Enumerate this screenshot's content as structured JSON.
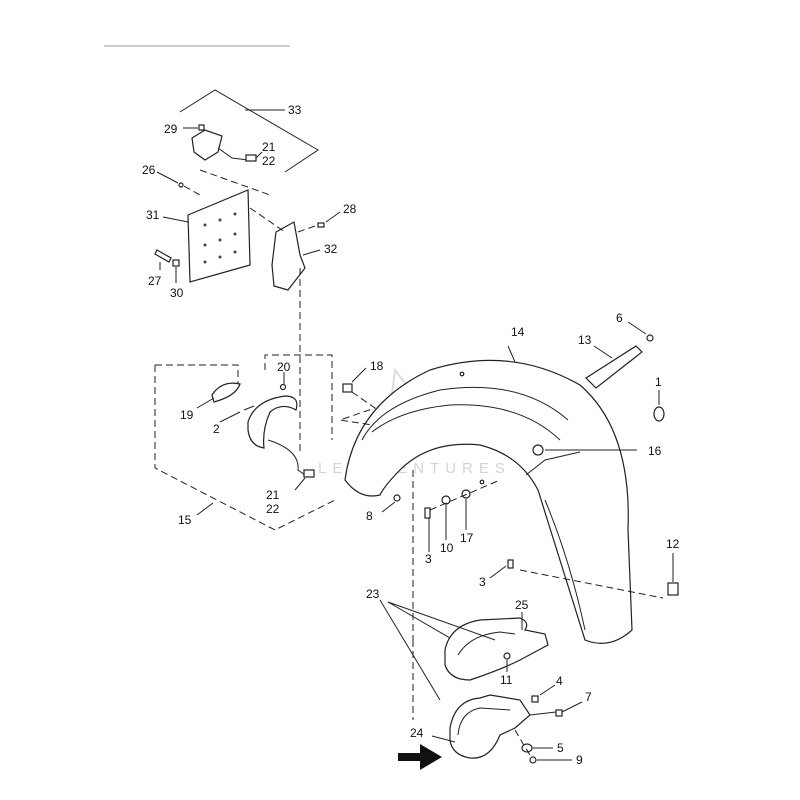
{
  "diagram": {
    "watermark_text": "LEADVENTURES",
    "colors": {
      "line": "#222222",
      "watermark": "#d4d4d4",
      "arrow": "#111111"
    },
    "callouts": {
      "c33": "33",
      "c29": "29",
      "c21a": "21",
      "c22a": "22",
      "c26": "26",
      "c31": "31",
      "c28": "28",
      "c32": "32",
      "c27": "27",
      "c30": "30",
      "c6": "6",
      "c13": "13",
      "c14": "14",
      "c18": "18",
      "c1": "1",
      "c20": "20",
      "c19": "19",
      "c2": "2",
      "c16": "16",
      "c21b": "21",
      "c22b": "22",
      "c15": "15",
      "c8": "8",
      "c3a": "3",
      "c10": "10",
      "c17": "17",
      "c12": "12",
      "c3b": "3",
      "c23": "23",
      "c25": "25",
      "c11": "11",
      "c4": "4",
      "c7": "7",
      "c24": "24",
      "c5": "5",
      "c9": "9"
    }
  }
}
